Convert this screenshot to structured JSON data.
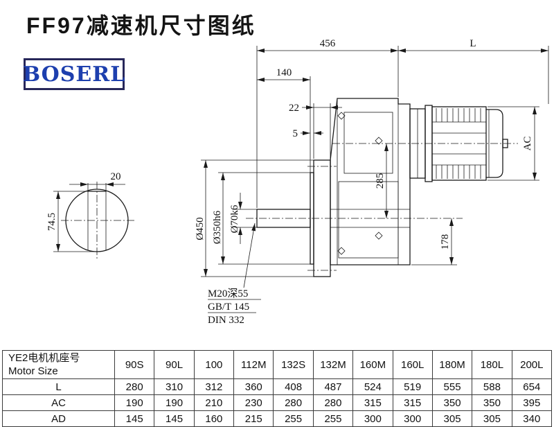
{
  "title": "FF97减速机尺寸图纸",
  "logo": {
    "text": "BOSERL"
  },
  "drawing": {
    "dims": {
      "overall_456": "456",
      "motor_l": "L",
      "shaft_140": "140",
      "flange_22": "22",
      "spigot_5": "5",
      "motor_ac": "AC",
      "center_285": "285",
      "bottom_178": "178",
      "flange_dia": "Ø450",
      "spigot_dia": "Ø350h6",
      "shaft_dia": "Ø70k6",
      "key_20": "20",
      "key_745": "74.5",
      "thread": "M20深55",
      "std_gb": "GB/T 145",
      "std_din": "DIN 332"
    }
  },
  "table": {
    "header": {
      "line1": "YE2电机机座号",
      "line2": "Motor Size"
    },
    "columns": [
      "90S",
      "90L",
      "100",
      "112M",
      "132S",
      "132M",
      "160M",
      "160L",
      "180M",
      "180L",
      "200L"
    ],
    "rows": [
      {
        "label": "L",
        "values": [
          280,
          310,
          312,
          360,
          408,
          487,
          524,
          519,
          555,
          588,
          654
        ]
      },
      {
        "label": "AC",
        "values": [
          190,
          190,
          210,
          230,
          280,
          280,
          315,
          315,
          350,
          350,
          395
        ]
      },
      {
        "label": "AD",
        "values": [
          145,
          145,
          160,
          215,
          255,
          255,
          300,
          300,
          305,
          305,
          340
        ]
      }
    ]
  }
}
